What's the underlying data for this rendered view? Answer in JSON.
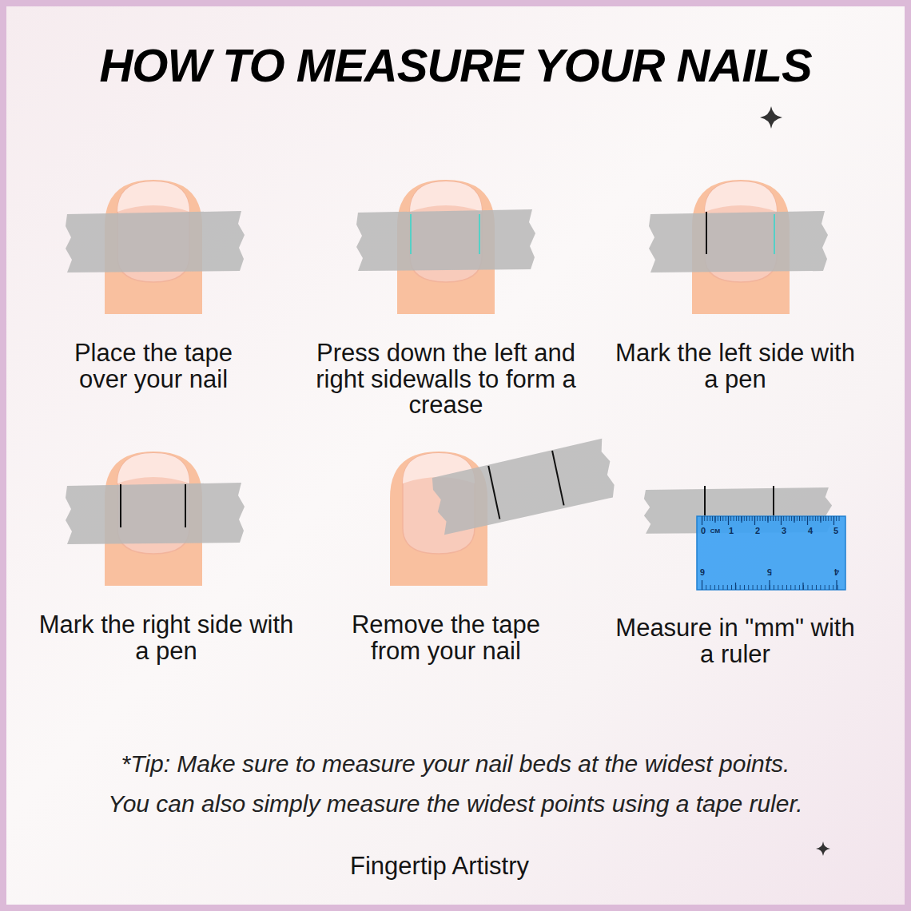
{
  "diagram": {
    "title": "HOW TO MEASURE YOUR NAILS",
    "labels": [
      "Place the tape over your nail",
      "Press down the left and right sidewalls to form a crease",
      "Mark the left side with a pen",
      "Mark the right side with a pen",
      "Remove the tape from your nail",
      "Measure in \"mm\" with a ruler",
      "0",
      "CM",
      "1",
      "2",
      "3",
      "4",
      "5",
      "6",
      "5",
      "4",
      "*Tip: Make sure to measure your nail beds at the widest points.",
      "You can also simply measure the widest points using a tape ruler.",
      "Fingertip Artistry"
    ]
  }
}
